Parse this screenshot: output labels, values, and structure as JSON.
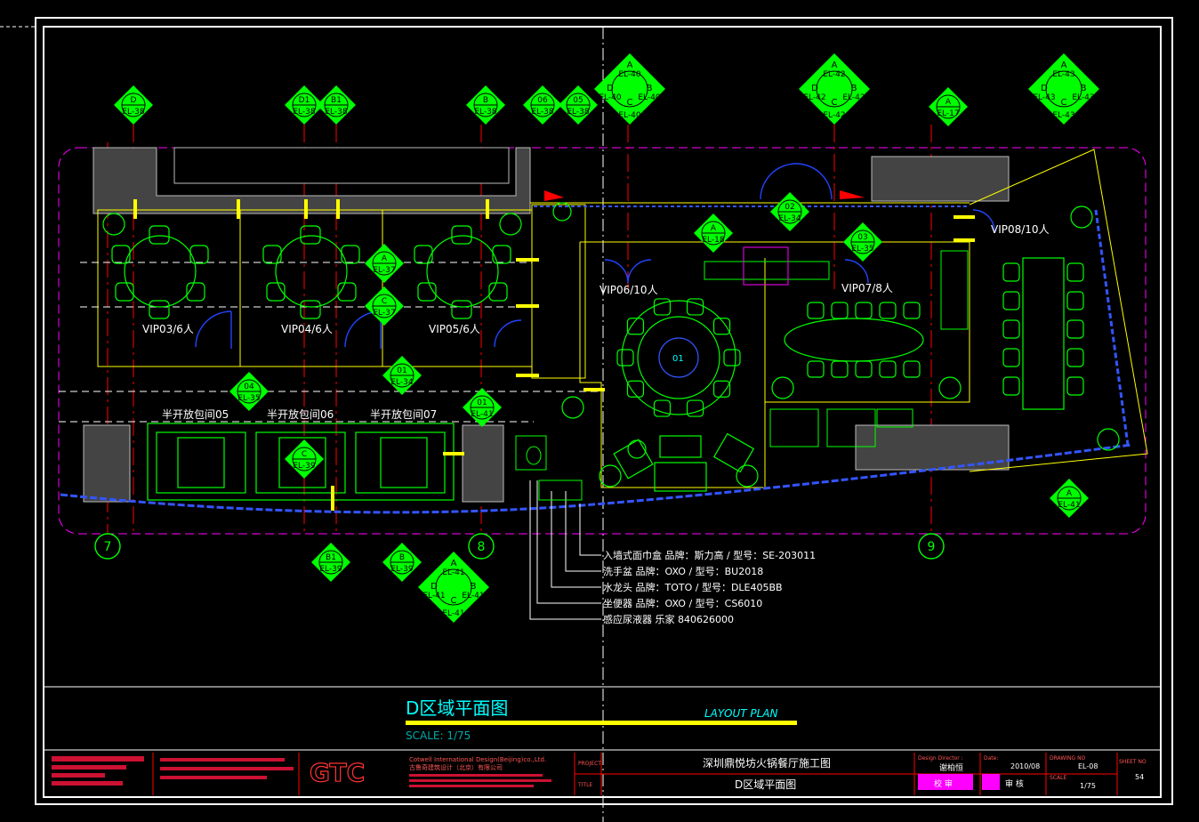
{
  "drawing": {
    "title": "D区域平面图",
    "subtitle": "LAYOUT PLAN",
    "scale": "SCALE: 1/75"
  },
  "grid_bubbles": [
    "7",
    "8",
    "9"
  ],
  "section_tags": [
    {
      "top": "D",
      "bottom": "EL-38"
    },
    {
      "top": "D1",
      "bottom": "EL-38"
    },
    {
      "top": "B1",
      "bottom": "EL-38"
    },
    {
      "top": "B",
      "bottom": "EL-38"
    },
    {
      "top": "06",
      "bottom": "EL-38"
    },
    {
      "top": "05",
      "bottom": "EL-38"
    },
    {
      "top": "A",
      "bottom": "EL-17"
    },
    {
      "top": "02",
      "bottom": "EL-34"
    },
    {
      "top": "03",
      "bottom": "EL-35"
    },
    {
      "top": "A",
      "bottom": "EL-18"
    },
    {
      "top": "04",
      "bottom": "EL-35"
    },
    {
      "top": "01",
      "bottom": "EL-34"
    },
    {
      "top": "01",
      "bottom": "EL-41"
    },
    {
      "top": "C",
      "bottom": "EL-39"
    },
    {
      "top": "A",
      "bottom": "EL-41"
    },
    {
      "top": "B1",
      "bottom": "EL-39"
    },
    {
      "top": "B",
      "bottom": "EL-39"
    },
    {
      "top": "A",
      "bottom": "EL-37"
    },
    {
      "top": "C",
      "bottom": "EL-37"
    }
  ],
  "quad_tags": [
    {
      "a": "A",
      "b": "B",
      "c": "C",
      "d": "D",
      "ref": "EL-40"
    },
    {
      "a": "A",
      "b": "B",
      "c": "C",
      "d": "D",
      "ref": "EL-42"
    },
    {
      "a": "A",
      "b": "B",
      "c": "C",
      "d": "D",
      "ref": "EL-43"
    },
    {
      "a": "A",
      "b": "B",
      "c": "C",
      "d": "D",
      "ref": "EL-41"
    }
  ],
  "rooms": [
    "VIP03/6人",
    "VIP04/6人",
    "VIP05/6人",
    "VIP06/10人",
    "VIP07/8人",
    "VIP08/10人",
    "半开放包间05",
    "半开放包间06",
    "半开放包间07"
  ],
  "table_center_label": "01",
  "fixtures": [
    "入墙式面巾盒 品牌：斯力高 / 型号：SE-203011",
    "洗手盆 品牌：OXO / 型号：BU2018",
    "水龙头 品牌：TOTO / 型号：DLE405BB",
    "坐便器 品牌：OXO / 型号：CS6010",
    "感应尿液器 乐家 840626000"
  ],
  "title_block": {
    "company_en": "Cotwell International Design(Beijing)co.,Ltd.",
    "company_cn": "古鲁奇建筑设计（北京）有限公司",
    "project_label": "PROJECT",
    "project": "深圳鼎悦坊火锅餐厅施工图",
    "title_label": "TITLE",
    "title": "D区域平面图",
    "design_label": "Design Director :",
    "design_value": "谢柏恒",
    "check_label": "校 审",
    "date_label": "Date:",
    "date_value": "2010/08",
    "drawing_no_label": "DRAWING NO",
    "drawing_no": "EL-08",
    "scale_label": "SCALE",
    "scale": "1/75",
    "sheet_label": "SHEET NO",
    "sheet": "54",
    "audit_label": "审 核",
    "logo": "GTC"
  },
  "colors": {
    "background": "#000000",
    "line_green": "#00ff00",
    "line_yellow": "#ffff00",
    "line_magenta": "#ff00ff",
    "line_red": "#ff0000",
    "line_blue": "#0000ff",
    "line_cyan": "#00ffff",
    "line_white": "#ffffff"
  }
}
